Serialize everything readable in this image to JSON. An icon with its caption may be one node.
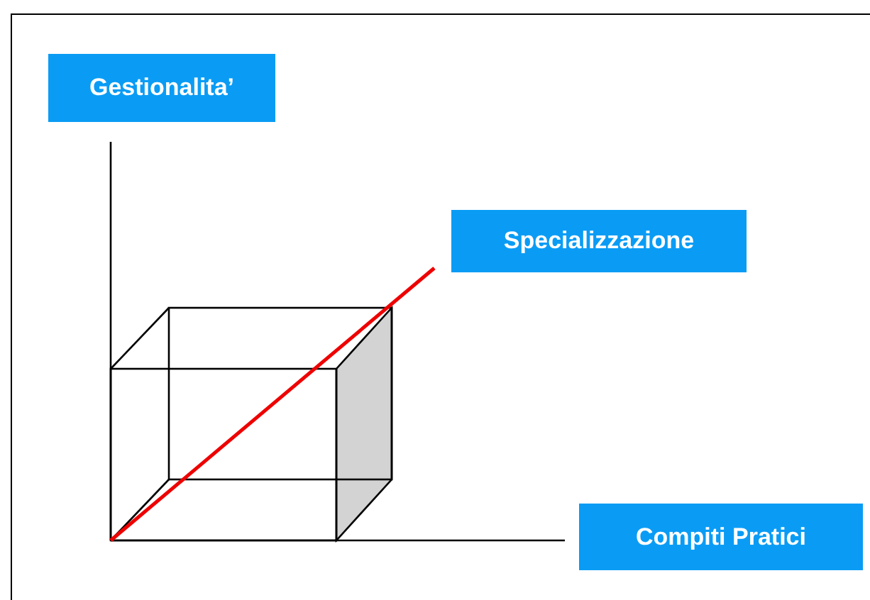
{
  "diagram": {
    "nodes": [
      {
        "text": [
          "Gestionalita’"
        ]
      },
      {
        "text": [
          "Specializzazione"
        ]
      },
      {
        "text": [
          "Compiti Pratici"
        ]
      }
    ],
    "edges": []
  }
}
